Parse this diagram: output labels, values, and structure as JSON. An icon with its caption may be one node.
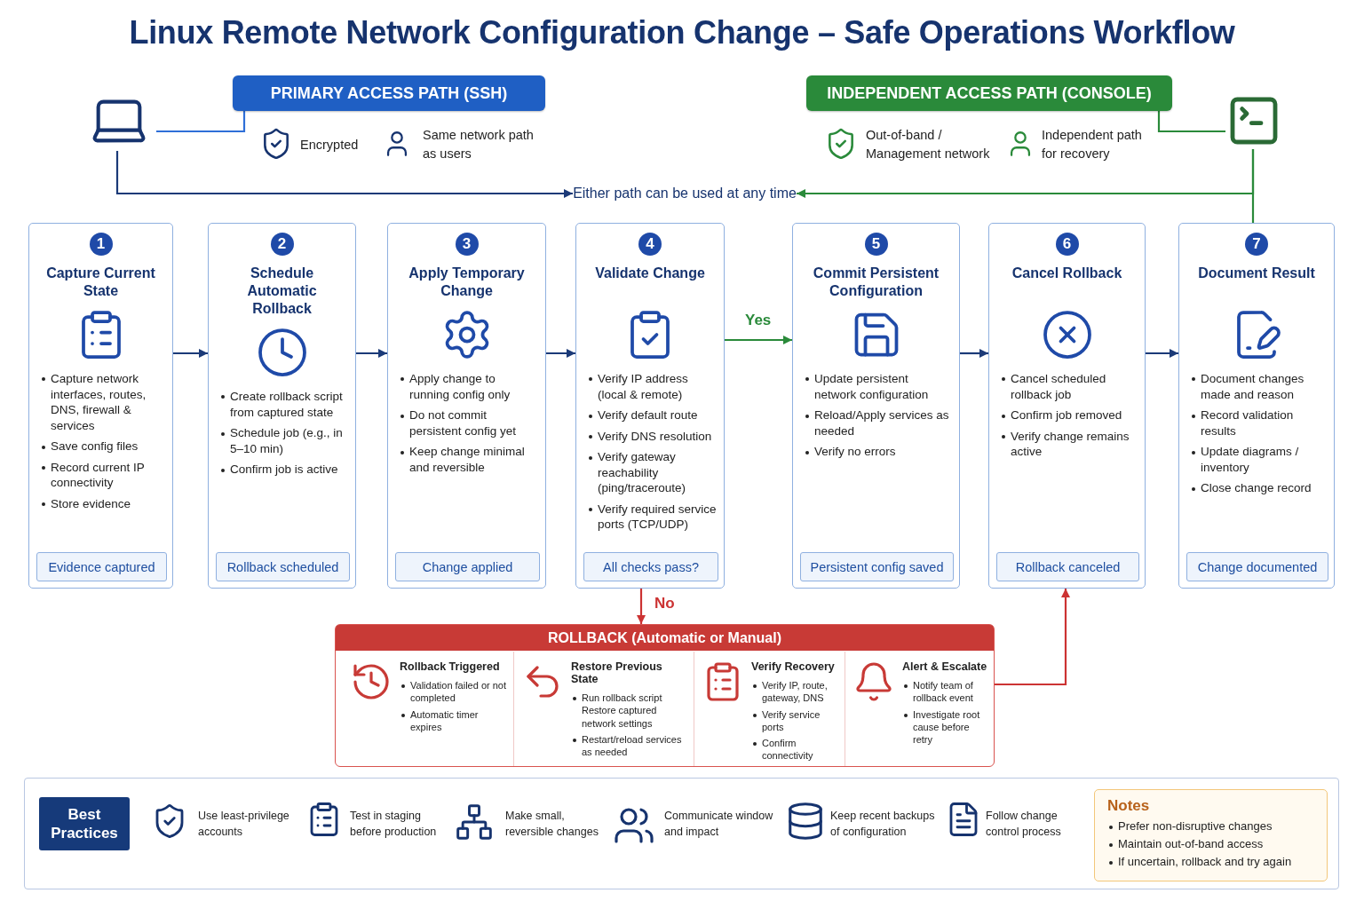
{
  "diagram": {
    "title": "Linux Remote Network Configuration Change – Safe Operations Workflow",
    "nodes": [
      {
        "text": [],
        "shape": "picture"
      },
      {
        "text": [
          "PRIMARY ACCESS PATH (SSH)"
        ]
      },
      {
        "text": [
          "INDEPENDENT ACCESS PATH (CONSOLE)"
        ]
      },
      {
        "text": [],
        "shape": "picture"
      },
      {
        "text": [
          "Either path can be used at any time"
        ]
      },
      {
        "text": [
          "1",
          "Capture Current State",
          "Capture network interfaces, routes, DNS, firewall & services",
          "Save config files",
          "Record current IP connectivity",
          "Store evidence"
        ]
      },
      {
        "text": [
          "Evidence captured"
        ],
        "in": 5
      },
      {
        "text": [
          "2",
          "Schedule Automatic Rollback",
          "Create rollback script from captured state",
          "Schedule job (e.g., in 5–10 min)",
          "Confirm job is active"
        ]
      },
      {
        "text": [
          "Rollback scheduled"
        ],
        "in": 7
      },
      {
        "text": [
          "3",
          "Apply Temporary Change",
          "Apply change to running config only",
          "Do not commit persistent config yet",
          "Keep change minimal and reversible"
        ]
      },
      {
        "text": [
          "Change applied"
        ],
        "in": 9
      },
      {
        "text": [
          "4",
          "Validate Change",
          "Verify IP address (local & remote)",
          "Verify default route",
          "Verify DNS resolution",
          "Verify gateway reachability (ping/traceroute)",
          "Verify required service ports (TCP/UDP)"
        ]
      },
      {
        "text": [
          "All checks pass?"
        ],
        "in": 11
      },
      {
        "text": [
          "5",
          "Commit Persistent Configuration",
          "Update persistent network configuration",
          "Reload/Apply services as needed",
          "Verify no errors"
        ]
      },
      {
        "text": [
          "Persistent config saved"
        ],
        "in": 13
      },
      {
        "text": [
          "6",
          "Cancel Rollback",
          "Cancel scheduled rollback job",
          "Confirm job removed",
          "Verify change remains active"
        ]
      },
      {
        "text": [
          "Rollback canceled"
        ],
        "in": 15
      },
      {
        "text": [
          "7",
          "Document Result",
          "Document changes made and reason",
          "Record validation results",
          "Update diagrams / inventory",
          "Close change record"
        ]
      },
      {
        "text": [
          "Change documented"
        ],
        "in": 17
      },
      {
        "text": [
          "ROLLBACK (Automatic or Manual)"
        ]
      },
      {
        "text": [
          "Rollback Triggered",
          "Validation failed or not completed",
          "Automatic timer expires"
        ],
        "in": 19
      },
      {
        "text": [
          "Restore Previous State",
          "Run rollback script Restore captured network settings",
          "Restart/reload services as needed"
        ],
        "in": 19
      },
      {
        "text": [
          "Verify Recovery",
          "Verify IP, route, gateway, DNS",
          "Verify service ports",
          "Confirm connectivity"
        ],
        "in": 19
      },
      {
        "text": [
          "Alert & Escalate",
          "Notify team of rollback event",
          "Investigate root cause before retry"
        ],
        "in": 19
      },
      {
        "text": [],
        "shape": "box"
      },
      {
        "text": [
          "Best Practices"
        ],
        "in": 24
      },
      {
        "text": [
          "Notes",
          "Prefer non-disruptive changes",
          "Maintain out-of-band access",
          "If uncertain, rollback and try again"
        ],
        "in": 24
      }
    ],
    "edges": [
      {
        "from": 0,
        "to": 1,
        "arrow": "none",
        "color": "#2f6fd8"
      },
      {
        "from": 0,
        "to": 4,
        "arrow": "to"
      },
      {
        "from": 3,
        "to": 2,
        "arrow": "none",
        "color": "#2a8a3a"
      },
      {
        "from": 3,
        "to": 4,
        "arrow": "to",
        "color": "#2a8a3a"
      },
      {
        "from": 3,
        "to": 17,
        "arrow": "none",
        "color": "#2a8a3a"
      },
      {
        "from": 5,
        "to": 7,
        "arrow": "to"
      },
      {
        "from": 7,
        "to": 9,
        "arrow": "to"
      },
      {
        "from": 9,
        "to": 11,
        "arrow": "to"
      },
      {
        "from": 11,
        "to": 13,
        "arrow": "to",
        "label": "Yes",
        "color": "#2a8a3a"
      },
      {
        "from": 11,
        "to": 19,
        "arrow": "to",
        "label": "No",
        "color": "#cc3333"
      },
      {
        "from": 13,
        "to": 15,
        "arrow": "to"
      },
      {
        "from": 15,
        "to": 17,
        "arrow": "to"
      },
      {
        "from": 19,
        "to": 15,
        "arrow": "to",
        "color": "#cc3333"
      }
    ],
    "labels": [
      "Encrypted",
      "Same network path as users",
      "Out-of-band / Management network",
      "Independent path for recovery",
      "Use least-privilege accounts",
      "Test in staging before production",
      "Make small, reversible changes",
      "Communicate window and impact",
      "Keep recent backups of configuration",
      "Follow change control process"
    ]
  }
}
